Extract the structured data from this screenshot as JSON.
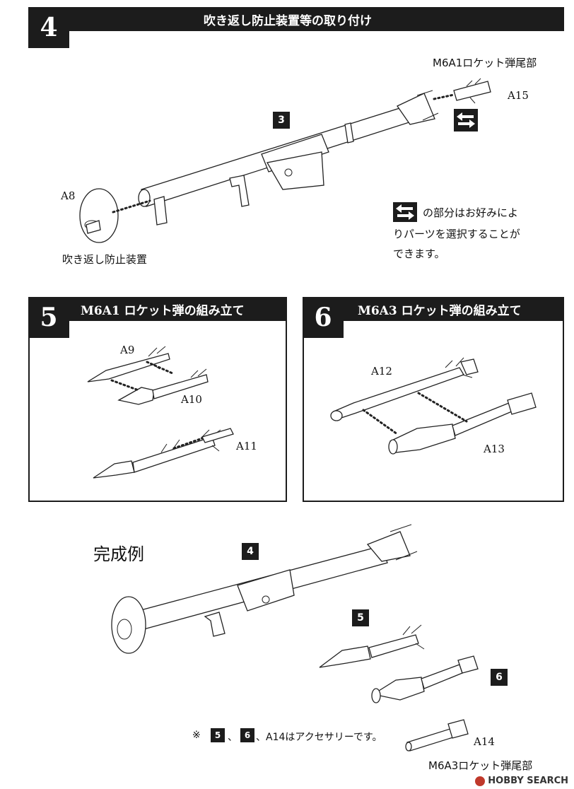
{
  "step4": {
    "number": "4",
    "title": "吹き返し防止装置等の取り付け",
    "ref_box": "3",
    "part_a15": "A15",
    "part_a8": "A8",
    "tail_label": "M6A1ロケット弾尾部",
    "device_label": "吹き返し防止装置",
    "note_lines": [
      "の部分はお好みによ",
      "りパーツを選択することが",
      "できます。"
    ],
    "icon": "swap-arrows-icon"
  },
  "step5": {
    "number": "5",
    "title": "M6A1 ロケット弾の組み立て",
    "part_a9": "A9",
    "part_a10": "A10",
    "part_a11": "A11"
  },
  "step6": {
    "number": "6",
    "title": "M6A3 ロケット弾の組み立て",
    "part_a12": "A12",
    "part_a13": "A13"
  },
  "completed": {
    "title": "完成例",
    "ref_4": "4",
    "ref_5": "5",
    "ref_6": "6",
    "part_a14": "A14",
    "tail_label": "M6A3ロケット弾尾部",
    "note_mark": "※",
    "note_ref_5": "5",
    "note_sep": "、",
    "note_ref_6": "6",
    "note_text": "、A14はアクセサリーです。"
  },
  "watermark": {
    "text": "HOBBY SEARCH"
  }
}
